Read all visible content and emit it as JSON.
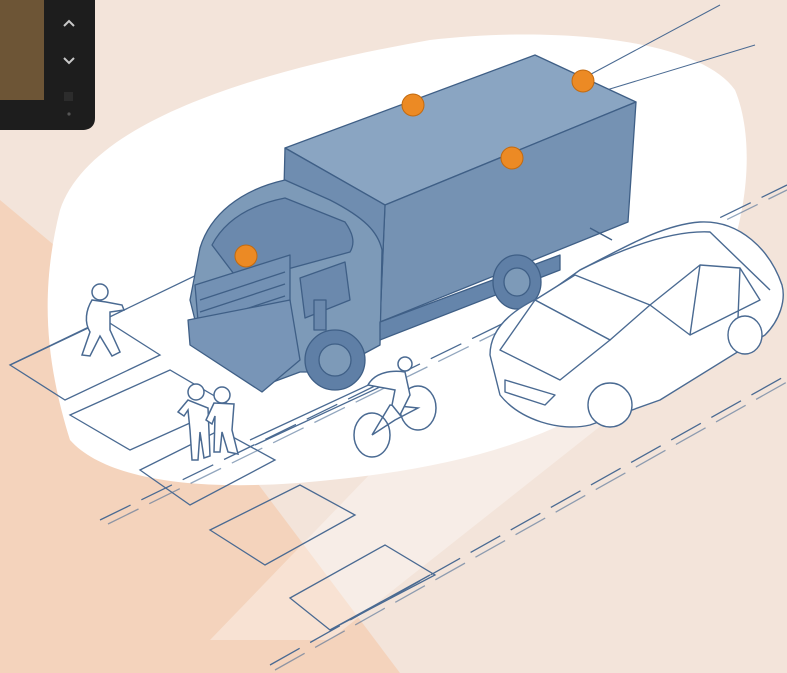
{
  "colors": {
    "background_light": "#f3e4da",
    "background_peach": "#f4d3bc",
    "coverage_zone": "#ffffff",
    "truck_body": "#7d9ab8",
    "truck_outline": "#3f5f86",
    "sensor": "#ec8a24",
    "line_art": "#4a6a92",
    "monitor_bezel": "#1d1d1d"
  },
  "monitor": {
    "icons": [
      "chevron-up-icon",
      "chevron-down-icon",
      "square-button-icon",
      "dot-led-icon"
    ]
  },
  "scene": {
    "objects": [
      "box-truck",
      "car",
      "cyclist",
      "pedestrian-walking",
      "pedestrian-couple",
      "crosswalk",
      "lane-markings"
    ],
    "sensors_count": 4
  }
}
